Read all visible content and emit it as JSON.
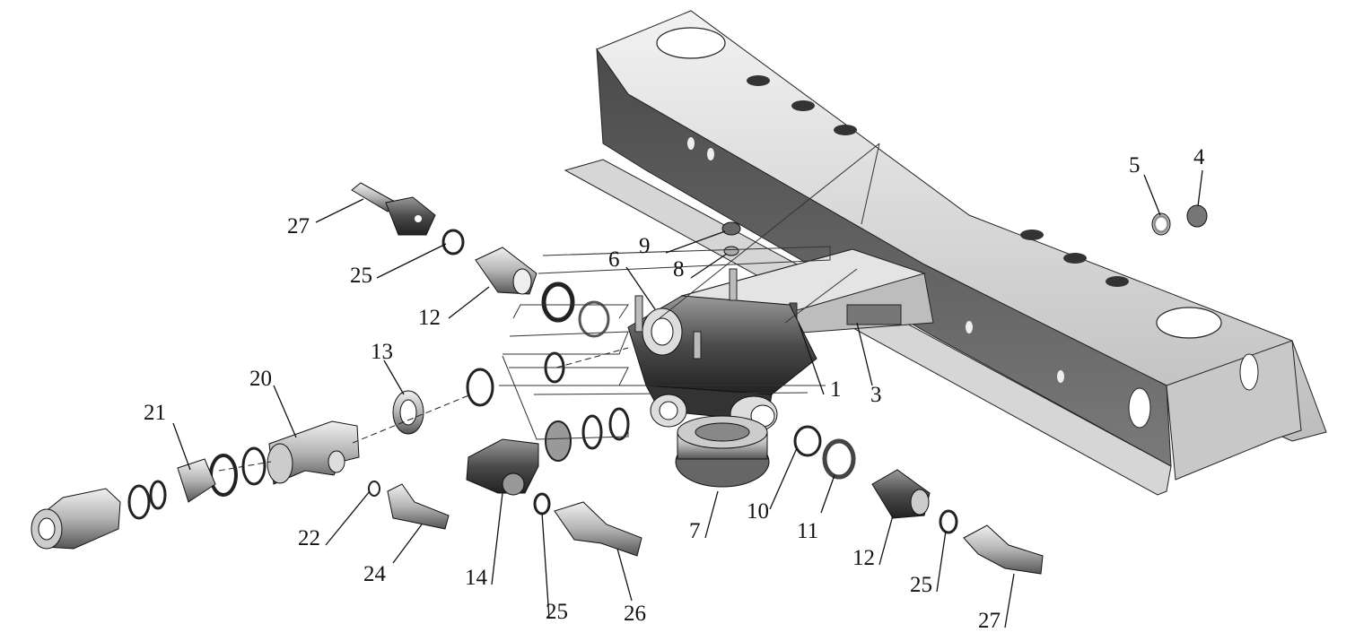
{
  "callouts": [
    {
      "id": "c1",
      "text": "1"
    },
    {
      "id": "c3",
      "text": "3"
    },
    {
      "id": "c4",
      "text": "4"
    },
    {
      "id": "c5",
      "text": "5"
    },
    {
      "id": "c6",
      "text": "6"
    },
    {
      "id": "c7",
      "text": "7"
    },
    {
      "id": "c8",
      "text": "8"
    },
    {
      "id": "c9",
      "text": "9"
    },
    {
      "id": "c10",
      "text": "10"
    },
    {
      "id": "c11",
      "text": "11"
    },
    {
      "id": "c12a",
      "text": "12"
    },
    {
      "id": "c12b",
      "text": "12"
    },
    {
      "id": "c13",
      "text": "13"
    },
    {
      "id": "c14",
      "text": "14"
    },
    {
      "id": "c20",
      "text": "20"
    },
    {
      "id": "c21",
      "text": "21"
    },
    {
      "id": "c22",
      "text": "22"
    },
    {
      "id": "c24",
      "text": "24"
    },
    {
      "id": "c25a",
      "text": "25"
    },
    {
      "id": "c25b",
      "text": "25"
    },
    {
      "id": "c25c",
      "text": "25"
    },
    {
      "id": "c26",
      "text": "26"
    },
    {
      "id": "c27a",
      "text": "27"
    },
    {
      "id": "c27b",
      "text": "27"
    }
  ],
  "colors": {
    "metal_light": "#e6e6e6",
    "metal_mid": "#a8a8a8",
    "metal_dark": "#555555",
    "ink": "#111111"
  }
}
